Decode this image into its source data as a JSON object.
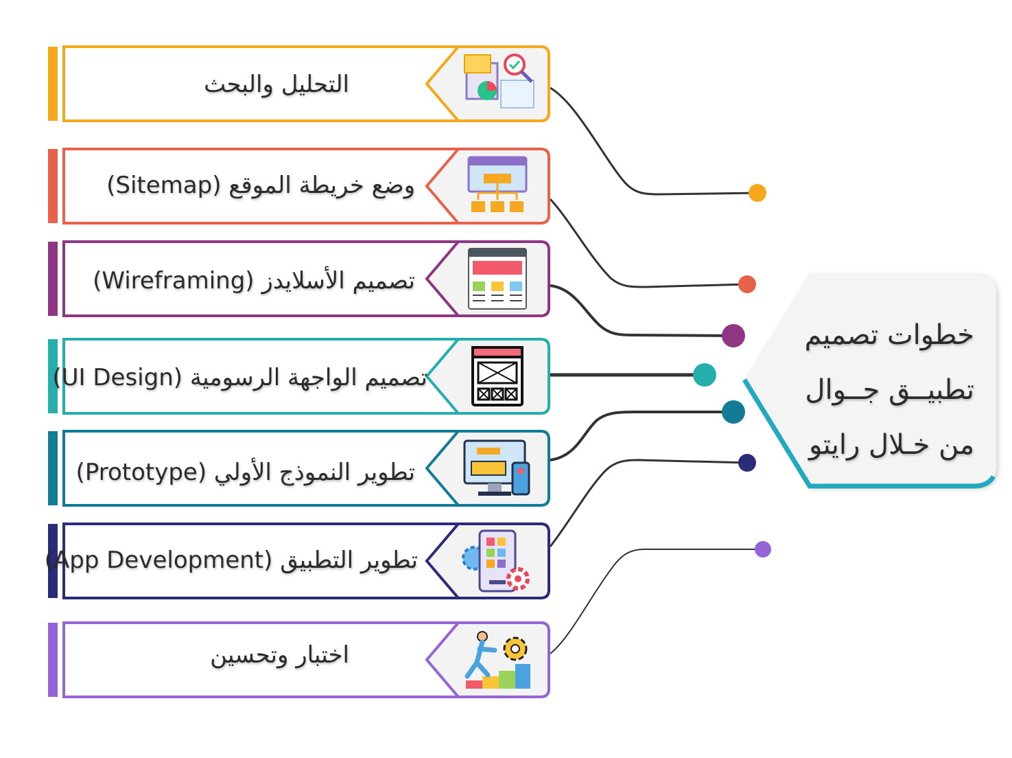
{
  "title_lines": [
    "خطوات تصميم",
    "تطبيــق جــوال",
    "من خـلال رايتو"
  ],
  "steps": [
    {
      "label": "التحليل والبحث",
      "color": "#F5A81C",
      "icon": "analytics-report-icon"
    },
    {
      "label": "وضع خريطة الموقع  (Sitemap)",
      "color": "#E8614A",
      "icon": "sitemap-icon"
    },
    {
      "label": "تصميم الأسلايدز (Wireframing)",
      "color": "#8E3583",
      "icon": "wireframe-icon"
    },
    {
      "label": "تصميم الواجهة الرسومية (UI Design)",
      "color": "#26AEAD",
      "icon": "ui-design-window-icon"
    },
    {
      "label": "تطوير النموذج الأولي  (Prototype)",
      "color": "#127C94",
      "icon": "prototype-devices-icon"
    },
    {
      "label": "تطوير التطبيق   (App Development)",
      "color": "#2A2C7A",
      "icon": "app-development-icon"
    },
    {
      "label": "اختبار وتحسين",
      "color": "#9564D6",
      "icon": "testing-improvement-icon"
    }
  ],
  "title_accent": "#22A9BE"
}
